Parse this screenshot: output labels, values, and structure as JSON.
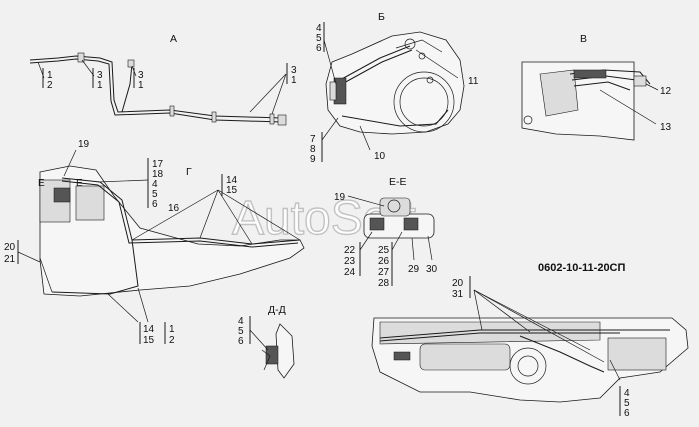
{
  "document_code": "0602-10-11-20СП",
  "watermark": "AutoSoft",
  "views": {
    "A": "А",
    "B": "Б",
    "V": "В",
    "G": "Г",
    "EE": "Е-Е",
    "E": "Е",
    "DD": "Д-Д"
  },
  "callouts": {
    "a_left": [
      "1",
      "2"
    ],
    "a_mid": [
      "3",
      "1"
    ],
    "a_mid2": [
      "3",
      "1"
    ],
    "a_right": [
      "3",
      "1"
    ],
    "b_top": [
      "4",
      "5",
      "6"
    ],
    "b_11": "11",
    "b_bottom": [
      "7",
      "8",
      "9"
    ],
    "b_10": "10",
    "v_12": "12",
    "v_13": "13",
    "g_19": "19",
    "g_stack": [
      "17",
      "18",
      "4",
      "5",
      "6"
    ],
    "g_14_15": [
      "14",
      "15"
    ],
    "g_16": "16",
    "g_20_21": [
      "20",
      "21"
    ],
    "g_bottom_a": [
      "14",
      "15"
    ],
    "g_bottom_b": [
      "1",
      "2"
    ],
    "ee_19": "19",
    "ee_left": [
      "22",
      "23",
      "24"
    ],
    "ee_mid": [
      "25",
      "26",
      "27",
      "28"
    ],
    "ee_29": "29",
    "ee_30": "30",
    "dd_stack": [
      "4",
      "5",
      "6"
    ],
    "br_20_31": [
      "20",
      "31"
    ],
    "br_bottom": [
      "4",
      "5",
      "6"
    ]
  }
}
